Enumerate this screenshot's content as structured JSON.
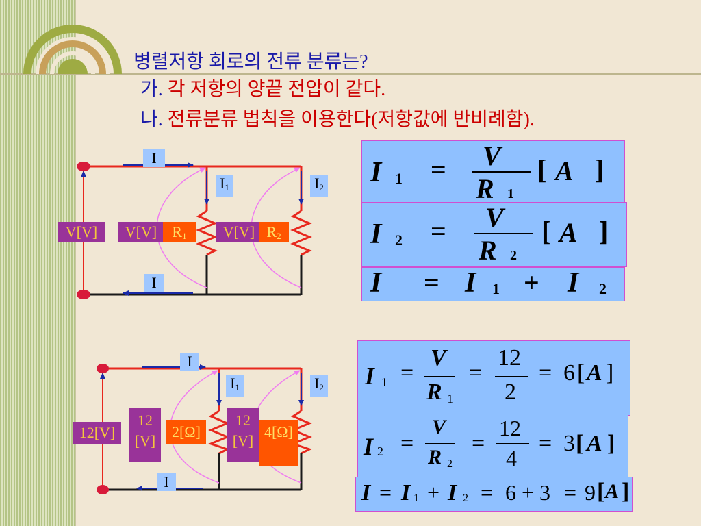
{
  "heading": {
    "title": "병렬저항 회로의 전류  분류는?",
    "item_a_marker": "가.",
    "item_a_text": "각 저항의 양끝 전압이 같다.",
    "item_b_marker": "나.",
    "item_b_text": "전류분류 법칙을 이용한다(저항값에 반비례함)."
  },
  "circuit_top": {
    "current_total": "I",
    "current_1": "I",
    "current_1_sub": "1",
    "current_2": "I",
    "current_2_sub": "2",
    "source_voltage": "V[V]",
    "r1_voltage": "V[V]",
    "r1_label": "R",
    "r1_sub": "1",
    "r2_voltage": "V[V]",
    "r2_label": "R",
    "r2_sub": "2",
    "return_current": "I"
  },
  "circuit_bottom": {
    "current_total": "I",
    "current_1": "I",
    "current_1_sub": "1",
    "current_2": "I",
    "current_2_sub": "2",
    "source_voltage": "12[V]",
    "r1_voltage_line1": "12",
    "r1_voltage_line2": "[V]",
    "r1_resistance": "2[Ω]",
    "r2_voltage_line1": "12",
    "r2_voltage_line2": "[V]",
    "r2_resistance": "4[Ω]",
    "return_current": "I"
  },
  "formulas_top": {
    "f1": {
      "lhs": "I",
      "lhs_sub": "1",
      "num": "V",
      "den": "R",
      "den_sub": "1",
      "unit_open": "[",
      "unit": "A",
      "unit_close": "]",
      "eq": "="
    },
    "f2": {
      "lhs": "I",
      "lhs_sub": "2",
      "num": "V",
      "den": "R",
      "den_sub": "2",
      "unit_open": "[",
      "unit": "A",
      "unit_close": "]",
      "eq": "="
    },
    "f3": {
      "lhs": "I",
      "eq": "=",
      "t1": "I",
      "t1_sub": "1",
      "plus": "+",
      "t2": "I",
      "t2_sub": "2"
    }
  },
  "formulas_bottom": {
    "f1": {
      "lhs": "I",
      "lhs_sub": "1",
      "num": "V",
      "den": "R",
      "den_sub": "1",
      "num2": "12",
      "den2": "2",
      "result": "6",
      "unit_open": "[",
      "unit": "A",
      "unit_close": "]",
      "eq": "="
    },
    "f2": {
      "lhs": "I",
      "lhs_sub": "2",
      "num": "V",
      "den": "R",
      "den_sub": "2",
      "num2": "12",
      "den2": "4",
      "result": "3",
      "unit_open": "[",
      "unit": "A",
      "unit_close": "]",
      "eq": "="
    },
    "f3": {
      "lhs": "I",
      "eq": "=",
      "t1": "I",
      "t1_sub": "1",
      "plus": "+",
      "t2": "I",
      "t2_sub": "2",
      "sum": "6 + 3",
      "result": "9",
      "unit_open": "[",
      "unit": "A",
      "unit_close": "]"
    }
  },
  "colors": {
    "background": "#f1e7d4",
    "wire_red": "#e8281e",
    "wire_dark": "#1a1a1a",
    "arrow_blue": "#1a2aa8",
    "node": "#d81b3a",
    "flow_curve": "#f07cf0",
    "resistor": "#e8281e"
  }
}
